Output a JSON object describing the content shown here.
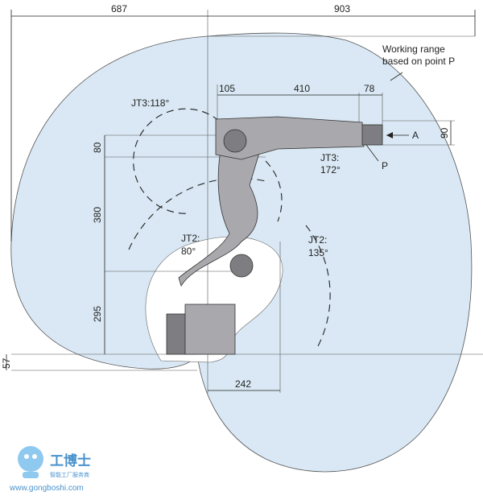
{
  "colors": {
    "range_fill": "#d9e8f4",
    "line": "#222222",
    "robot": "#a9a9ad",
    "watermark": "#2a7fc4"
  },
  "dimensions": {
    "top_left": "687",
    "top_right": "903",
    "d105": "105",
    "d410": "410",
    "d78": "78",
    "d90": "90",
    "left_80": "80",
    "left_380": "380",
    "left_295": "295",
    "left_57": "57",
    "bottom_242": "242"
  },
  "labels": {
    "working_range_line1": "Working range",
    "working_range_line2": "based on point P",
    "jt3_118": "JT3:118°",
    "jt3_172_line1": "JT3:",
    "jt3_172_line2": "172°",
    "jt2_80_line1": "JT2:",
    "jt2_80_line2": "80°",
    "jt2_135_line1": "JT2:",
    "jt2_135_line2": "135°",
    "point_a": "A",
    "point_p": "P"
  },
  "watermark": {
    "brand": "工博士",
    "subtitle": "智能工厂服务商",
    "url": "www.gongboshi.com",
    "mascot_icon": "robot-mascot-icon"
  }
}
